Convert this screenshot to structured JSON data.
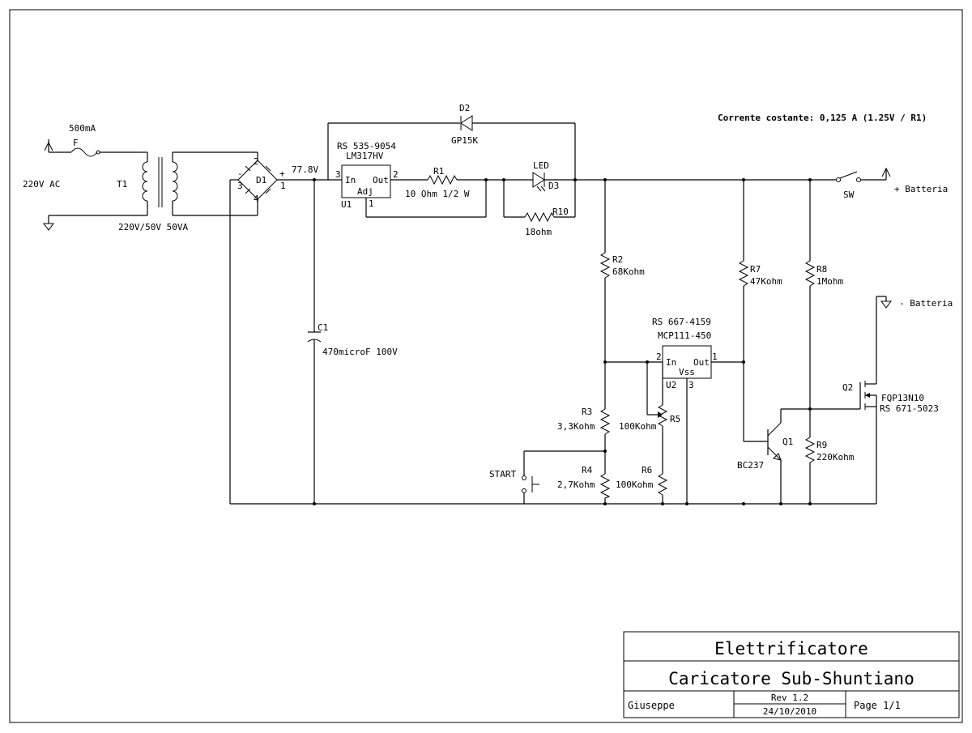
{
  "labels": {
    "fuse_rating": "500mA",
    "fuse_ref": "F",
    "mains": "220V AC",
    "t1_ref": "T1",
    "t1_spec": "220V/50V  50VA",
    "d1_ref": "D1",
    "d1_pin_plus": "+",
    "d1_pin_minus": "-",
    "d1_pin1": "1",
    "d1_pin2": "2",
    "d1_pin3": "3",
    "d1_pin4": "4",
    "voltage_node": "77.8V",
    "c1_ref": "C1",
    "c1_value": "470microF 100V",
    "u1_rs": "RS 535-9054",
    "u1_part": "LM317HV",
    "u1_ref": "U1",
    "u1_in": "In",
    "u1_out": "Out",
    "u1_adj": "Adj",
    "u1_pin3": "3",
    "u1_pin2": "2",
    "u1_pin1": "1",
    "d2_ref": "D2",
    "d2_part": "GP15K",
    "r1_ref": "R1",
    "r1_value": "10 Ohm 1/2 W",
    "led_label": "LED",
    "d3_ref": "D3",
    "r10_ref": "R10",
    "r10_value": "18ohm",
    "constant_current": "Corrente costante: 0,125 A (1.25V / R1)",
    "sw_ref": "SW",
    "batt_plus": "+ Batteria",
    "batt_minus": "- Batteria",
    "r2_ref": "R2",
    "r2_value": "68Kohm",
    "r7_ref": "R7",
    "r7_value": "47Kohm",
    "r8_ref": "R8",
    "r8_value": "1Mohm",
    "u2_rs": "RS 667-4159",
    "u2_part": "MCP111-450",
    "u2_ref": "U2",
    "u2_in": "In",
    "u2_out": "Out",
    "u2_vss": "Vss",
    "u2_pin1": "1",
    "u2_pin2": "2",
    "u2_pin3": "3",
    "q2_ref": "Q2",
    "q2_part": "FQP13N10",
    "q2_rs": "RS 671-5023",
    "r3_ref": "R3",
    "r3_value": "3,3Kohm",
    "r5_ref": "R5",
    "r5_value": "100Kohm",
    "q1_ref": "Q1",
    "q1_part": "BC237",
    "r9_ref": "R9",
    "r9_value": "220Kohm",
    "start_label": "START",
    "r4_ref": "R4",
    "r4_value": "2,7Kohm",
    "r6_ref": "R6",
    "r6_value": "100Kohm"
  },
  "title_block": {
    "title": "Elettrificatore",
    "subtitle": "Caricatore Sub-Shuntiano",
    "author": "Giuseppe",
    "revision": "Rev 1.2",
    "date": "24/10/2010",
    "page": "Page 1/1"
  }
}
